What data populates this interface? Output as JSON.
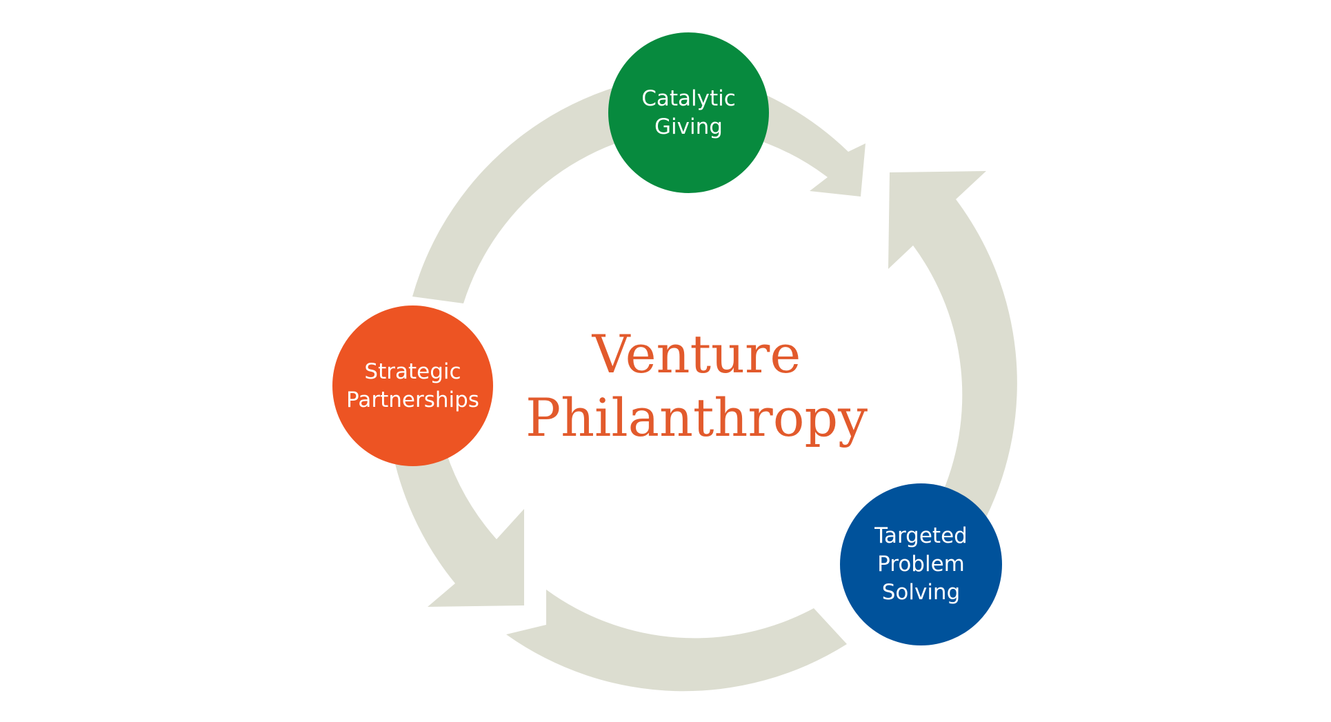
{
  "colors": {
    "cycle_arrow": "#dcddd0",
    "catalytic_node": "#078a3e",
    "strategic_node": "#ed5423",
    "targeted_node": "#00529b",
    "title_text": "#e25a2c",
    "node_text": "#ffffff",
    "background": "#ffffff"
  },
  "center": {
    "line1": "Venture",
    "line2": "Philanthropy"
  },
  "nodes": {
    "catalytic": {
      "line1": "Catalytic",
      "line2": "Giving"
    },
    "strategic": {
      "line1": "Strategic",
      "line2": "Partnerships"
    },
    "targeted": {
      "line1": "Targeted",
      "line2": "Problem",
      "line3": "Solving"
    }
  },
  "icons": {
    "arrow_shape": "curved-cycle-arrow-icon"
  }
}
